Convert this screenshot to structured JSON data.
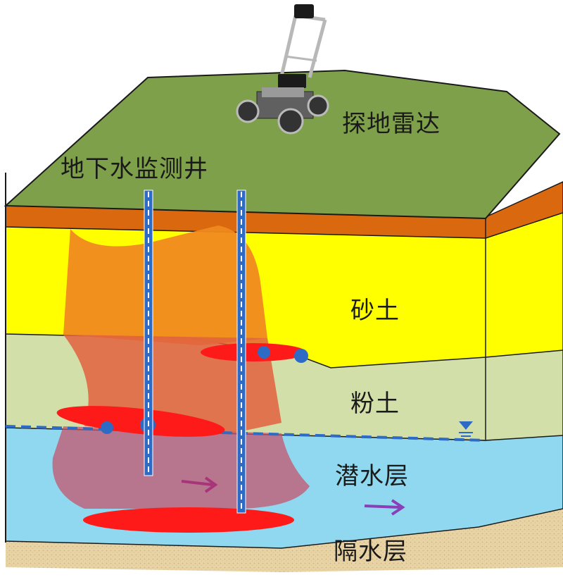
{
  "labels": {
    "gpr": "探地雷达",
    "well": "地下水监测井",
    "sand": "砂土",
    "silt": "粉土",
    "aquifer": "潜水层",
    "aquitard": "隔水层"
  },
  "colors": {
    "grass": "#7fa04a",
    "topsoil": "#d9680f",
    "sand": "#ffff00",
    "silt": "#d3dfa8",
    "aquifer": "#8fd8ef",
    "aquitard": "#e8d3a5",
    "plume_light": "#e0613f",
    "plume_core": "#ff1a1a",
    "well_blue": "#2e6bc4",
    "flow_arrow_inner": "#a8357a",
    "flow_arrow_outer": "#8a3fb8"
  }
}
